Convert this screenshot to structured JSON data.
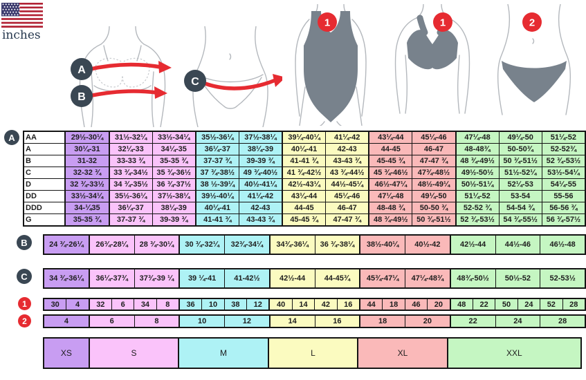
{
  "unit_label": "inches",
  "measure_points": {
    "bust": "A",
    "underbust": "B",
    "hips": "C"
  },
  "garments": {
    "one_piece_badge": "1",
    "bikini_top_badge": "1",
    "bikini_bottom_badge": "2"
  },
  "cup_table": {
    "label": "A",
    "row_labels": [
      "AA",
      "A",
      "B",
      "C",
      "D",
      "DD",
      "DDD",
      "G"
    ],
    "rows": [
      [
        "29½-30¼",
        "31½-32¼",
        "33½-34¼",
        "35½-36¼",
        "37½-38¼",
        "39¼-40¼",
        "41¼-42",
        "43¼-44",
        "45¼-46",
        "47¼-48",
        "49¼-50",
        "51¼-52"
      ],
      [
        "30¼-31",
        "32¼-33",
        "34¼-35",
        "36¼-37",
        "38¼-39",
        "40¼-41",
        "42-43",
        "44-45",
        "46-47",
        "48-48¾",
        "50-50¾",
        "52-52¾"
      ],
      [
        "31-32",
        "33-33 ¾",
        "35-35 ¾",
        "37-37 ¾",
        "39-39 ¾",
        "41-41 ¾",
        "43-43 ¾",
        "45-45 ¾",
        "47-47 ¾",
        "48 ¾-49½",
        "50 ¾-51½",
        "52 ¾-53½"
      ],
      [
        "32-32 ¾",
        "33 ¾-34½",
        "35 ¾-36½",
        "37 ¾-38½",
        "49 ¾-40½",
        "41 ¾-42½",
        "43 ¾-44½",
        "45 ¾-46½",
        "47¾-48½",
        "49½-50½",
        "51½-52¼",
        "53½-54¼"
      ],
      [
        "32 ¾-33½",
        "34 ¾-35½",
        "36 ¾-37½",
        "38 ½-39¼",
        "40½-41¼",
        "42½-43¼",
        "44½-45¼",
        "46½-47¼",
        "48½-49¼",
        "50½-51¼",
        "52¼-53",
        "54¼-55"
      ],
      [
        "33½-34¼",
        "35½-36¼",
        "37½-38¼",
        "39½-40¼",
        "41¼-42",
        "43¼-44",
        "45¼-46",
        "47¼-48",
        "49¼-50",
        "51¼-52",
        "53-54",
        "55-56"
      ],
      [
        "34-¼35",
        "36¼-37",
        "38¼-39",
        "40¼-41",
        "42-43",
        "44-45",
        "46-47",
        "48-48 ¾",
        "50-50 ¾",
        "52-52 ¾",
        "54-54 ¾",
        "56-56 ¾"
      ],
      [
        "35-35 ¾",
        "37-37 ¾",
        "39-39 ¾",
        "41-41 ¾",
        "43-43 ¾",
        "45-45 ¾",
        "47-47 ¾",
        "48 ¾-49½",
        "50 ¾-51½",
        "52 ¾-53½",
        "54 ¾-55½",
        "56 ¾-57½"
      ]
    ]
  },
  "underbust_row": {
    "label": "B",
    "values": [
      "24 ¾-26¼",
      "26¾-28¼",
      "28 ¾-30¼",
      "30 ¾-32¼",
      "32¾-34¼",
      "34¾-36¼",
      "36 ¾-38¼",
      "38½-40¼",
      "40½-42",
      "42½-44",
      "44½-46",
      "46½-48"
    ]
  },
  "hips_row": {
    "label": "C",
    "values": [
      "34 ¾-36¼",
      "36¼-37¾",
      "37¾-39 ¼",
      "39 ¼-41",
      "41-42½",
      "42½-44",
      "44-45¾",
      "45¾-47¼",
      "47¼-48¾",
      "48¾-50½",
      "50½-52",
      "52-53½"
    ]
  },
  "band_dress_row": {
    "label": "1",
    "values": [
      "30",
      "4",
      "32",
      "6",
      "34",
      "8",
      "36",
      "10",
      "38",
      "12",
      "40",
      "14",
      "42",
      "16",
      "44",
      "18",
      "46",
      "20",
      "48",
      "22",
      "50",
      "24",
      "52",
      "28"
    ]
  },
  "dress_size_row": {
    "label": "2",
    "values": [
      "4",
      "6",
      "8",
      "10",
      "12",
      "14",
      "16",
      "18",
      "20",
      "22",
      "24",
      "28"
    ]
  },
  "size_row": {
    "values": [
      "XS",
      "S",
      "M",
      "L",
      "XL",
      "XXL"
    ]
  },
  "color_coding": {
    "column_colors": [
      "xs",
      "s",
      "s",
      "m",
      "m",
      "l",
      "l",
      "xl",
      "xl",
      "xxl",
      "xxl",
      "xxl"
    ],
    "group_starts": [
      0,
      1,
      3,
      5,
      7,
      9
    ],
    "size_spans": [
      1,
      2,
      2,
      2,
      2,
      3
    ],
    "size_colors": [
      "xs",
      "s",
      "m",
      "l",
      "xl",
      "xxl"
    ]
  },
  "colors": {
    "xs": "#c89df2",
    "s": "#fac3fa",
    "m": "#aef2f5",
    "l": "#fbfbc0",
    "xl": "#fab9b9",
    "xxl": "#c5f6c2",
    "navy": "#3a4753",
    "red": "#e62b31",
    "border": "#141414",
    "text": "#1d1d1d",
    "sil": "#78828c",
    "outline": "#b4b8bd",
    "flag_red": "#b22234",
    "flag_blue": "#3c3b6e"
  }
}
